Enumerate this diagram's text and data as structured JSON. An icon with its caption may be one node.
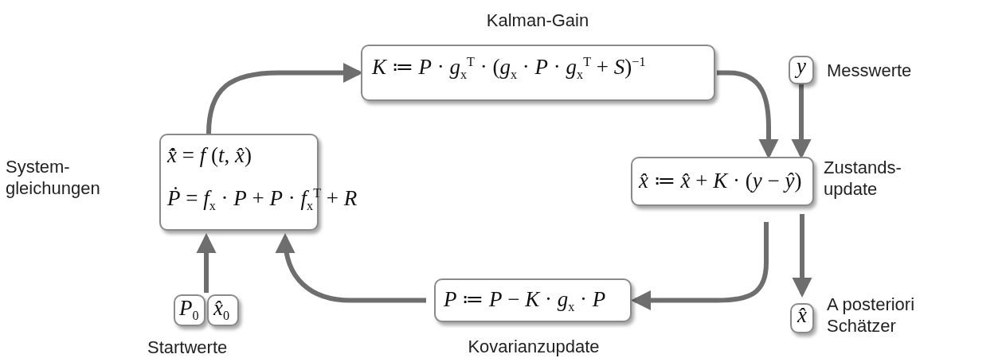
{
  "diagram": {
    "nodes": [
      {
        "text": [
          "Kalman-Gain",
          "*K* ≔ *P* · *g*$_{x}$$^{T}$ · (*g*$_{x}$ · *P* · *g*$_{x}$$^{T}$ + *S*)$^{−1}$"
        ]
      },
      {
        "text": [
          "*y*"
        ],
        "beside": [
          "Messwerte"
        ]
      },
      {
        "text": [
          "System- gleichungen",
          "*x̂̇* = *f* (*t*, *x̂*)",
          "*Ṗ* = *f*$_{x}$ · *P* + *P* · *f*$_{x}$$^{T}$ + *R*"
        ]
      },
      {
        "text": [
          "*x̂* ≔ *x̂* + *K* · (*y* − *ŷ*)",
          "Zustands- update"
        ]
      },
      {
        "text": [
          "*x̂*"
        ],
        "beside": [
          "A posteriori Schätzer"
        ]
      },
      {
        "text": [
          "*P*$_{0}$"
        ]
      },
      {
        "text": [
          "*x̂*$_{0}$"
        ]
      },
      {
        "text": [
          "*P* ≔ *P* − *K* · *g*$_{x}$ · *P*",
          "Kovarianzupdate"
        ]
      }
    ],
    "edges": [
      {
        "from": 2,
        "to": 0,
        "arrow": "to"
      },
      {
        "from": 0,
        "to": 3,
        "arrow": "to"
      },
      {
        "from": 1,
        "to": 3,
        "arrow": "to"
      },
      {
        "from": 3,
        "to": 4,
        "arrow": "to"
      },
      {
        "from": 3,
        "to": 7,
        "arrow": "to"
      },
      {
        "from": 7,
        "to": 2,
        "arrow": "to"
      },
      {
        "from": 5,
        "to": 2,
        "arrow": "to"
      },
      {
        "from": 6,
        "to": 2,
        "arrow": "to"
      }
    ],
    "labels": [
      "Startwerte"
    ]
  }
}
